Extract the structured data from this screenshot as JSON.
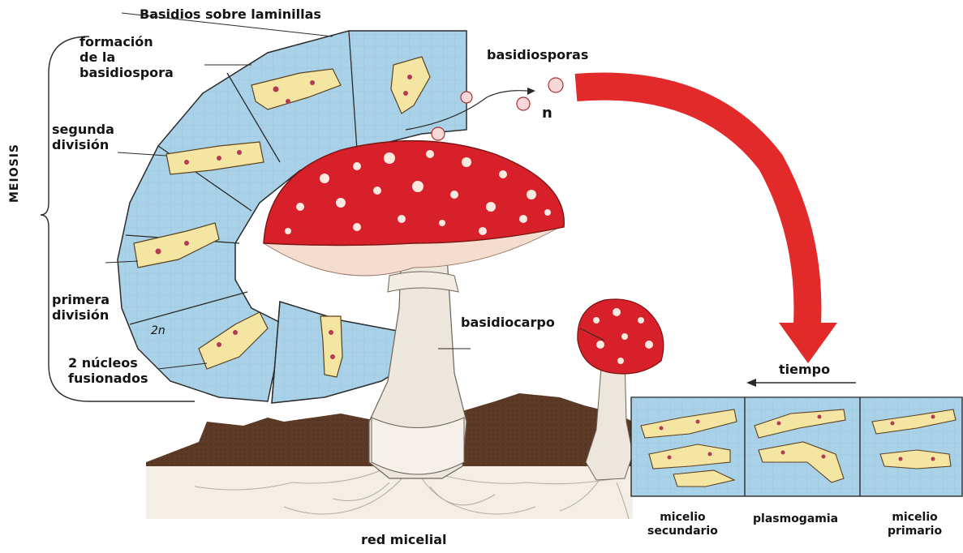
{
  "labels": {
    "top_title": "Basidios sobre laminillas",
    "formacion": "formación\nde la\nbasidiospora",
    "segunda": "segunda\ndivisión",
    "primera": "primera\ndivisión",
    "nucleos": "2 núcleos\nfusionados",
    "meiosis": "MEIOSIS",
    "basidiosporas": "basidiosporas",
    "n": "n",
    "basidiocarpo": "basidiocarpo",
    "tiempo": "tiempo",
    "red_micelial": "red micelial",
    "micelio_secundario": "micelio\nsecundario",
    "plasmogamia": "plasmogamia",
    "micelio_primario": "micelio\nprimario",
    "two_n": "2n"
  },
  "colors": {
    "cap_red": "#d8202a",
    "arrow_red": "#e22a2a",
    "panel_blue": "#a9d2e8",
    "cell_yellow": "#f4e6a2",
    "nucleus": "#b23a52",
    "stem": "#ece6dc",
    "soil": "#5c3a26",
    "outline": "#2a2a2a"
  }
}
